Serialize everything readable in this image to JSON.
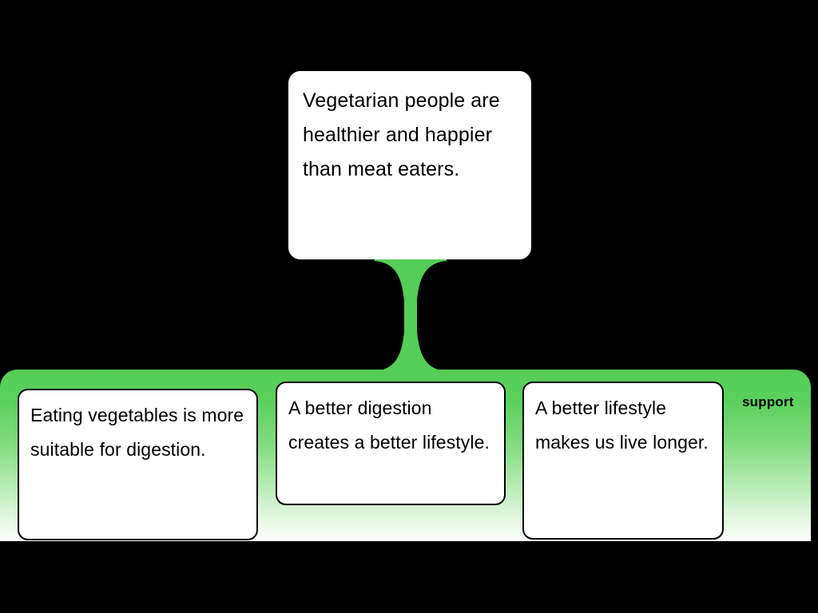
{
  "diagram": {
    "type": "argument-map",
    "relation_label": "support",
    "claim": {
      "id": "claim-1",
      "text": "Vegetarian people are healthier and happier than meat eaters."
    },
    "premises": [
      {
        "id": "premise-1",
        "text": "Eating vegetables is more suitable for digestion."
      },
      {
        "id": "premise-2",
        "text": "A better digestion creates a better lifestyle."
      },
      {
        "id": "premise-3",
        "text": "A better lifestyle makes us live longer."
      }
    ],
    "colors": {
      "background": "#000000",
      "node_fill": "#ffffff",
      "node_border": "#000000",
      "support_green": "#54ce56",
      "support_gradient_end": "#ffffff",
      "text": "#000000"
    }
  }
}
